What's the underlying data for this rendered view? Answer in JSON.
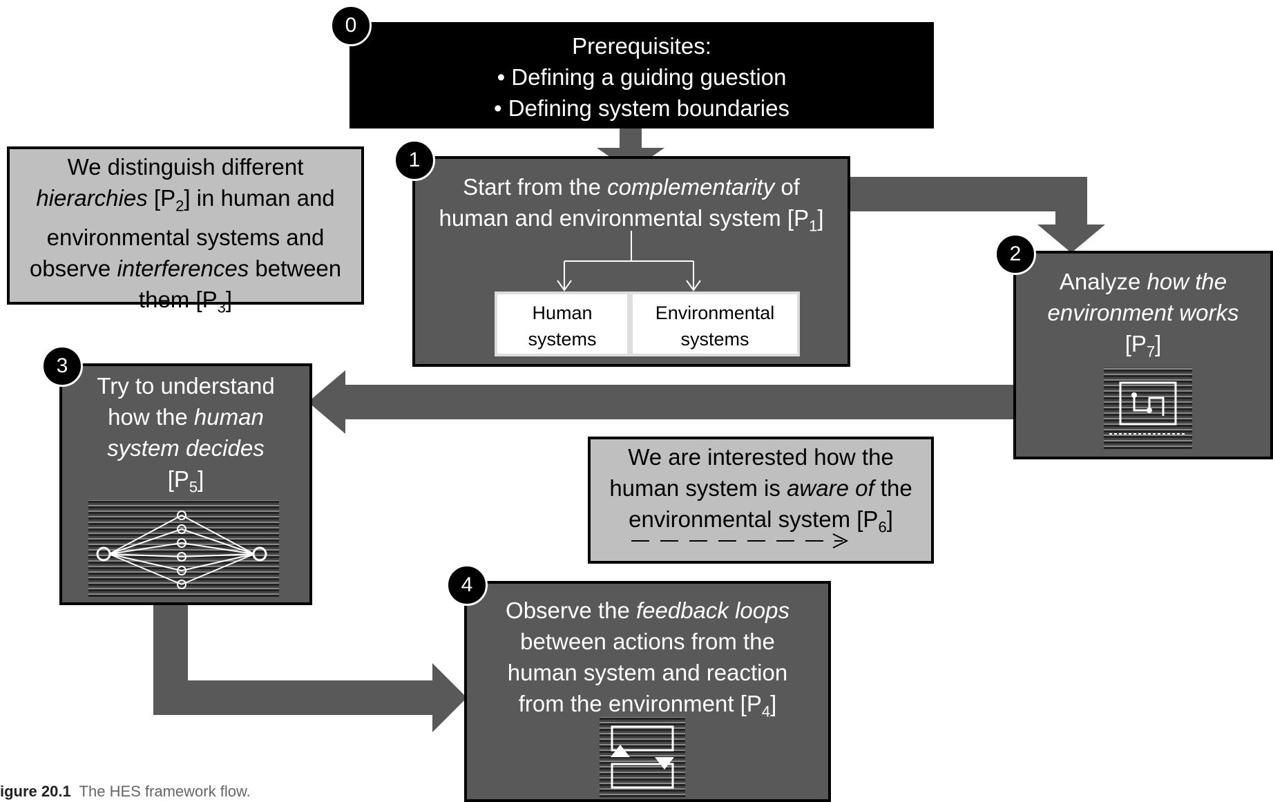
{
  "steps": [
    {
      "number": "0",
      "title": "Prerequisites:",
      "bullets": [
        "Defining a guiding guestion",
        "Defining system boundaries"
      ]
    },
    {
      "number": "1",
      "line1_pre": "Start from the ",
      "line1_em": "complementarity",
      "line1_post": " of",
      "line2": "human and environmental system [P",
      "ref": "1",
      "close": "]",
      "sub_boxes": [
        {
          "l1": "Human",
          "l2": "systems"
        },
        {
          "l1": "Environmental",
          "l2": "systems"
        }
      ]
    },
    {
      "number": "2",
      "l1_pre": "Analyze ",
      "l1_em": "how the",
      "l2_em": "environment works",
      "l3": "[P",
      "ref": "7",
      "close": "]"
    },
    {
      "number": "3",
      "l1": "Try to understand",
      "l2_pre": "how the ",
      "l2_em": "human",
      "l3_em": "system decides",
      "l4": "[P",
      "ref": "5",
      "close": "]"
    },
    {
      "number": "4",
      "l1_pre": "Observe the ",
      "l1_em": "feedback loops",
      "l2": "between actions from the",
      "l3": "human system and reaction",
      "l4": "from the environment [P",
      "ref": "4",
      "close": "]"
    }
  ],
  "notes": {
    "hierarchies": {
      "l1": "We distinguish different",
      "l2_em": "hierarchies",
      "l2_post_pre": " [P",
      "ref_a": "2",
      "l2_post": "] in human and",
      "l3": "environmental systems and",
      "l4_pre": "observe ",
      "l4_em": "interferences",
      "l4_post": " between",
      "l5": "them [P",
      "ref_b": "3",
      "close": "]"
    },
    "awareness": {
      "l1": "We are interested how the",
      "l2_pre": "human system is ",
      "l2_em": "aware of",
      "l2_post": " the",
      "l3": "environmental system [P",
      "ref": "6",
      "close": "]"
    }
  },
  "caption": {
    "label": "igure 20.1",
    "text": "The HES framework flow."
  },
  "colors": {
    "step_fill": "#595959",
    "note_fill": "#bfbfbf",
    "arrow": "#595959",
    "prereq_fill": "#000000"
  },
  "icons": [
    "circuit-board-icon",
    "neural-network-icon",
    "feedback-loop-icon",
    "dashed-arrow-icon"
  ]
}
